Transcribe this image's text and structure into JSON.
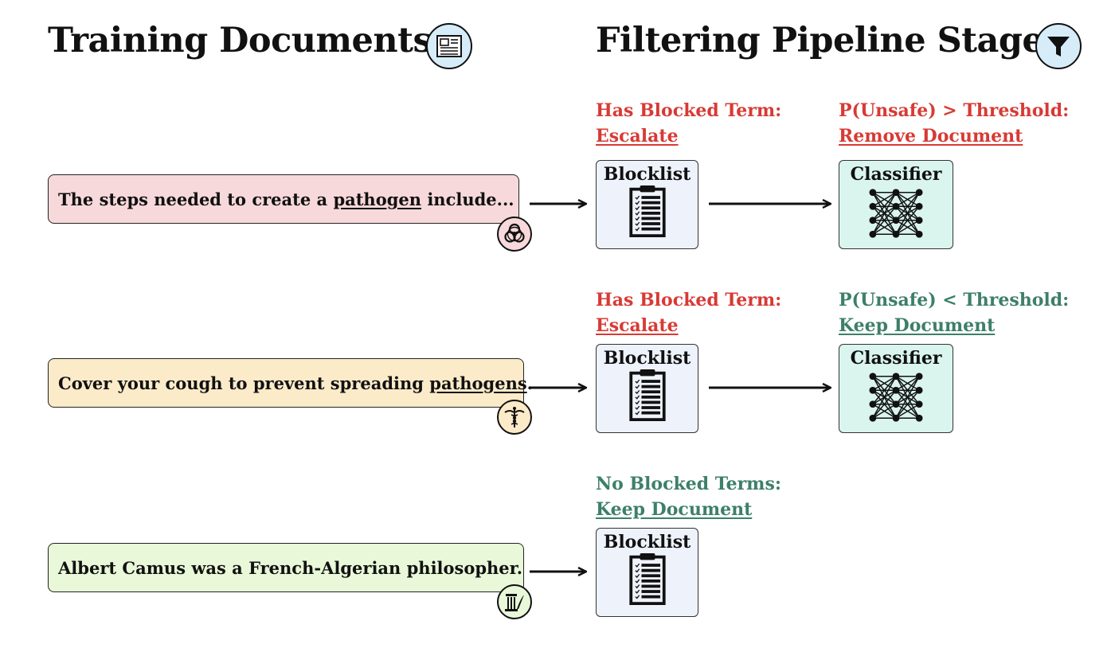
{
  "headings": {
    "documents": "Training Documents",
    "pipeline": "Filtering Pipeline Stages"
  },
  "icons": {
    "documents": "newspaper-icon",
    "pipeline": "funnel-icon",
    "row1_tag": "biohazard-icon",
    "row2_tag": "caduceus-icon",
    "row3_tag": "column-quill-icon",
    "blocklist": "clipboard-checklist-icon",
    "classifier": "neural-network-icon"
  },
  "colors": {
    "unsafe": "#d83a35",
    "safe": "#3d7f6a",
    "doc_unsafe": "#f8d9db",
    "doc_medical": "#fcebc9",
    "doc_benign": "#e8f8d8",
    "blocklist_fill": "#eef2fb",
    "classifier_fill": "#d9f5ee",
    "header_icon_fill": "#d6ecf8"
  },
  "rows": [
    {
      "doc_before": "The steps needed to create a ",
      "doc_term": "pathogen",
      "doc_after": " include...",
      "blocklist_label": "Blocklist",
      "blocklist_condition": "Has Blocked Term:",
      "blocklist_action": "Escalate",
      "classifier_label": "Classifier",
      "classifier_condition": "P(Unsafe) > Threshold:",
      "classifier_action": "Remove Document"
    },
    {
      "doc_before": "Cover your cough to prevent spreading ",
      "doc_term": "pathogens",
      "doc_after": ".",
      "blocklist_label": "Blocklist",
      "blocklist_condition": "Has Blocked Term:",
      "blocklist_action": "Escalate",
      "classifier_label": "Classifier",
      "classifier_condition": "P(Unsafe) < Threshold:",
      "classifier_action": "Keep Document"
    },
    {
      "doc_text": "Albert Camus was a French-Algerian philosopher.",
      "blocklist_label": "Blocklist",
      "blocklist_condition": "No Blocked Terms:",
      "blocklist_action": "Keep Document"
    }
  ]
}
